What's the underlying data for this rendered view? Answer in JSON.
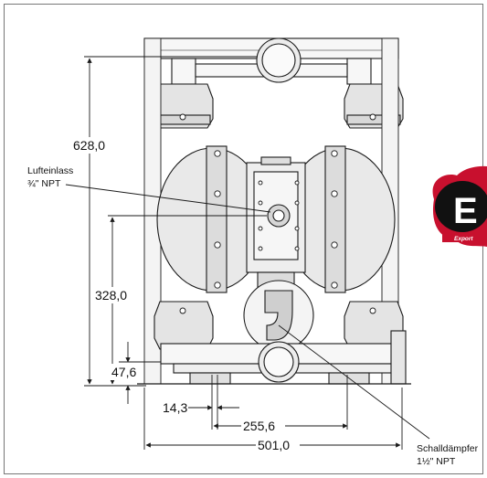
{
  "dimensions": {
    "total_height": "628,0",
    "inlet_height": "328,0",
    "foot_height": "47,6",
    "foot_offset": "14,3",
    "port_spacing": "255,6",
    "total_width": "501,0"
  },
  "labels": {
    "air_inlet_title": "Lufteinlass",
    "air_inlet_size": "¾\" NPT",
    "muffler_title": "Schalldämpfer",
    "muffler_size": "1½\" NPT"
  },
  "logo": {
    "letters": "E",
    "tagline": "Export"
  },
  "colors": {
    "line": "#1a1a1a",
    "body_fill": "#f2f2f2",
    "logo_red": "#c8102e",
    "frame": "#777777"
  }
}
